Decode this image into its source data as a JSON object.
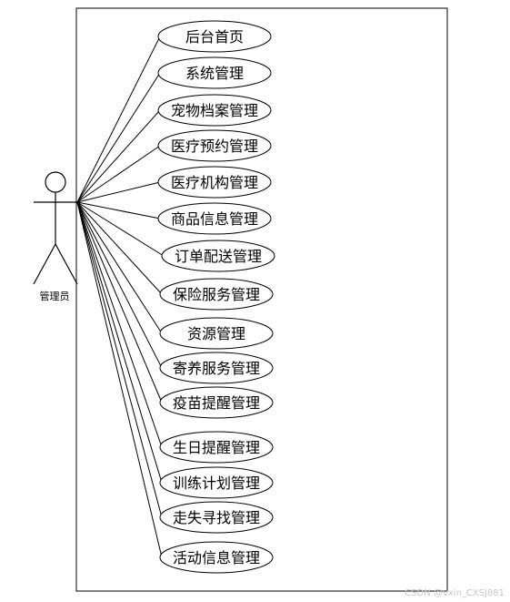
{
  "actor": {
    "label": "管理员"
  },
  "use_cases": [
    "后台首页",
    "系统管理",
    "宠物档案管理",
    "医疗预约管理",
    "医疗机构管理",
    "商品信息管理",
    "订单配送管理",
    "保险服务管理",
    "资源管理",
    "寄养服务管理",
    "疫苗提醒管理",
    "生日提醒管理",
    "训练计划管理",
    "走失寻找管理",
    "活动信息管理"
  ],
  "watermark": "CSDN @vxin_CXSJ881"
}
